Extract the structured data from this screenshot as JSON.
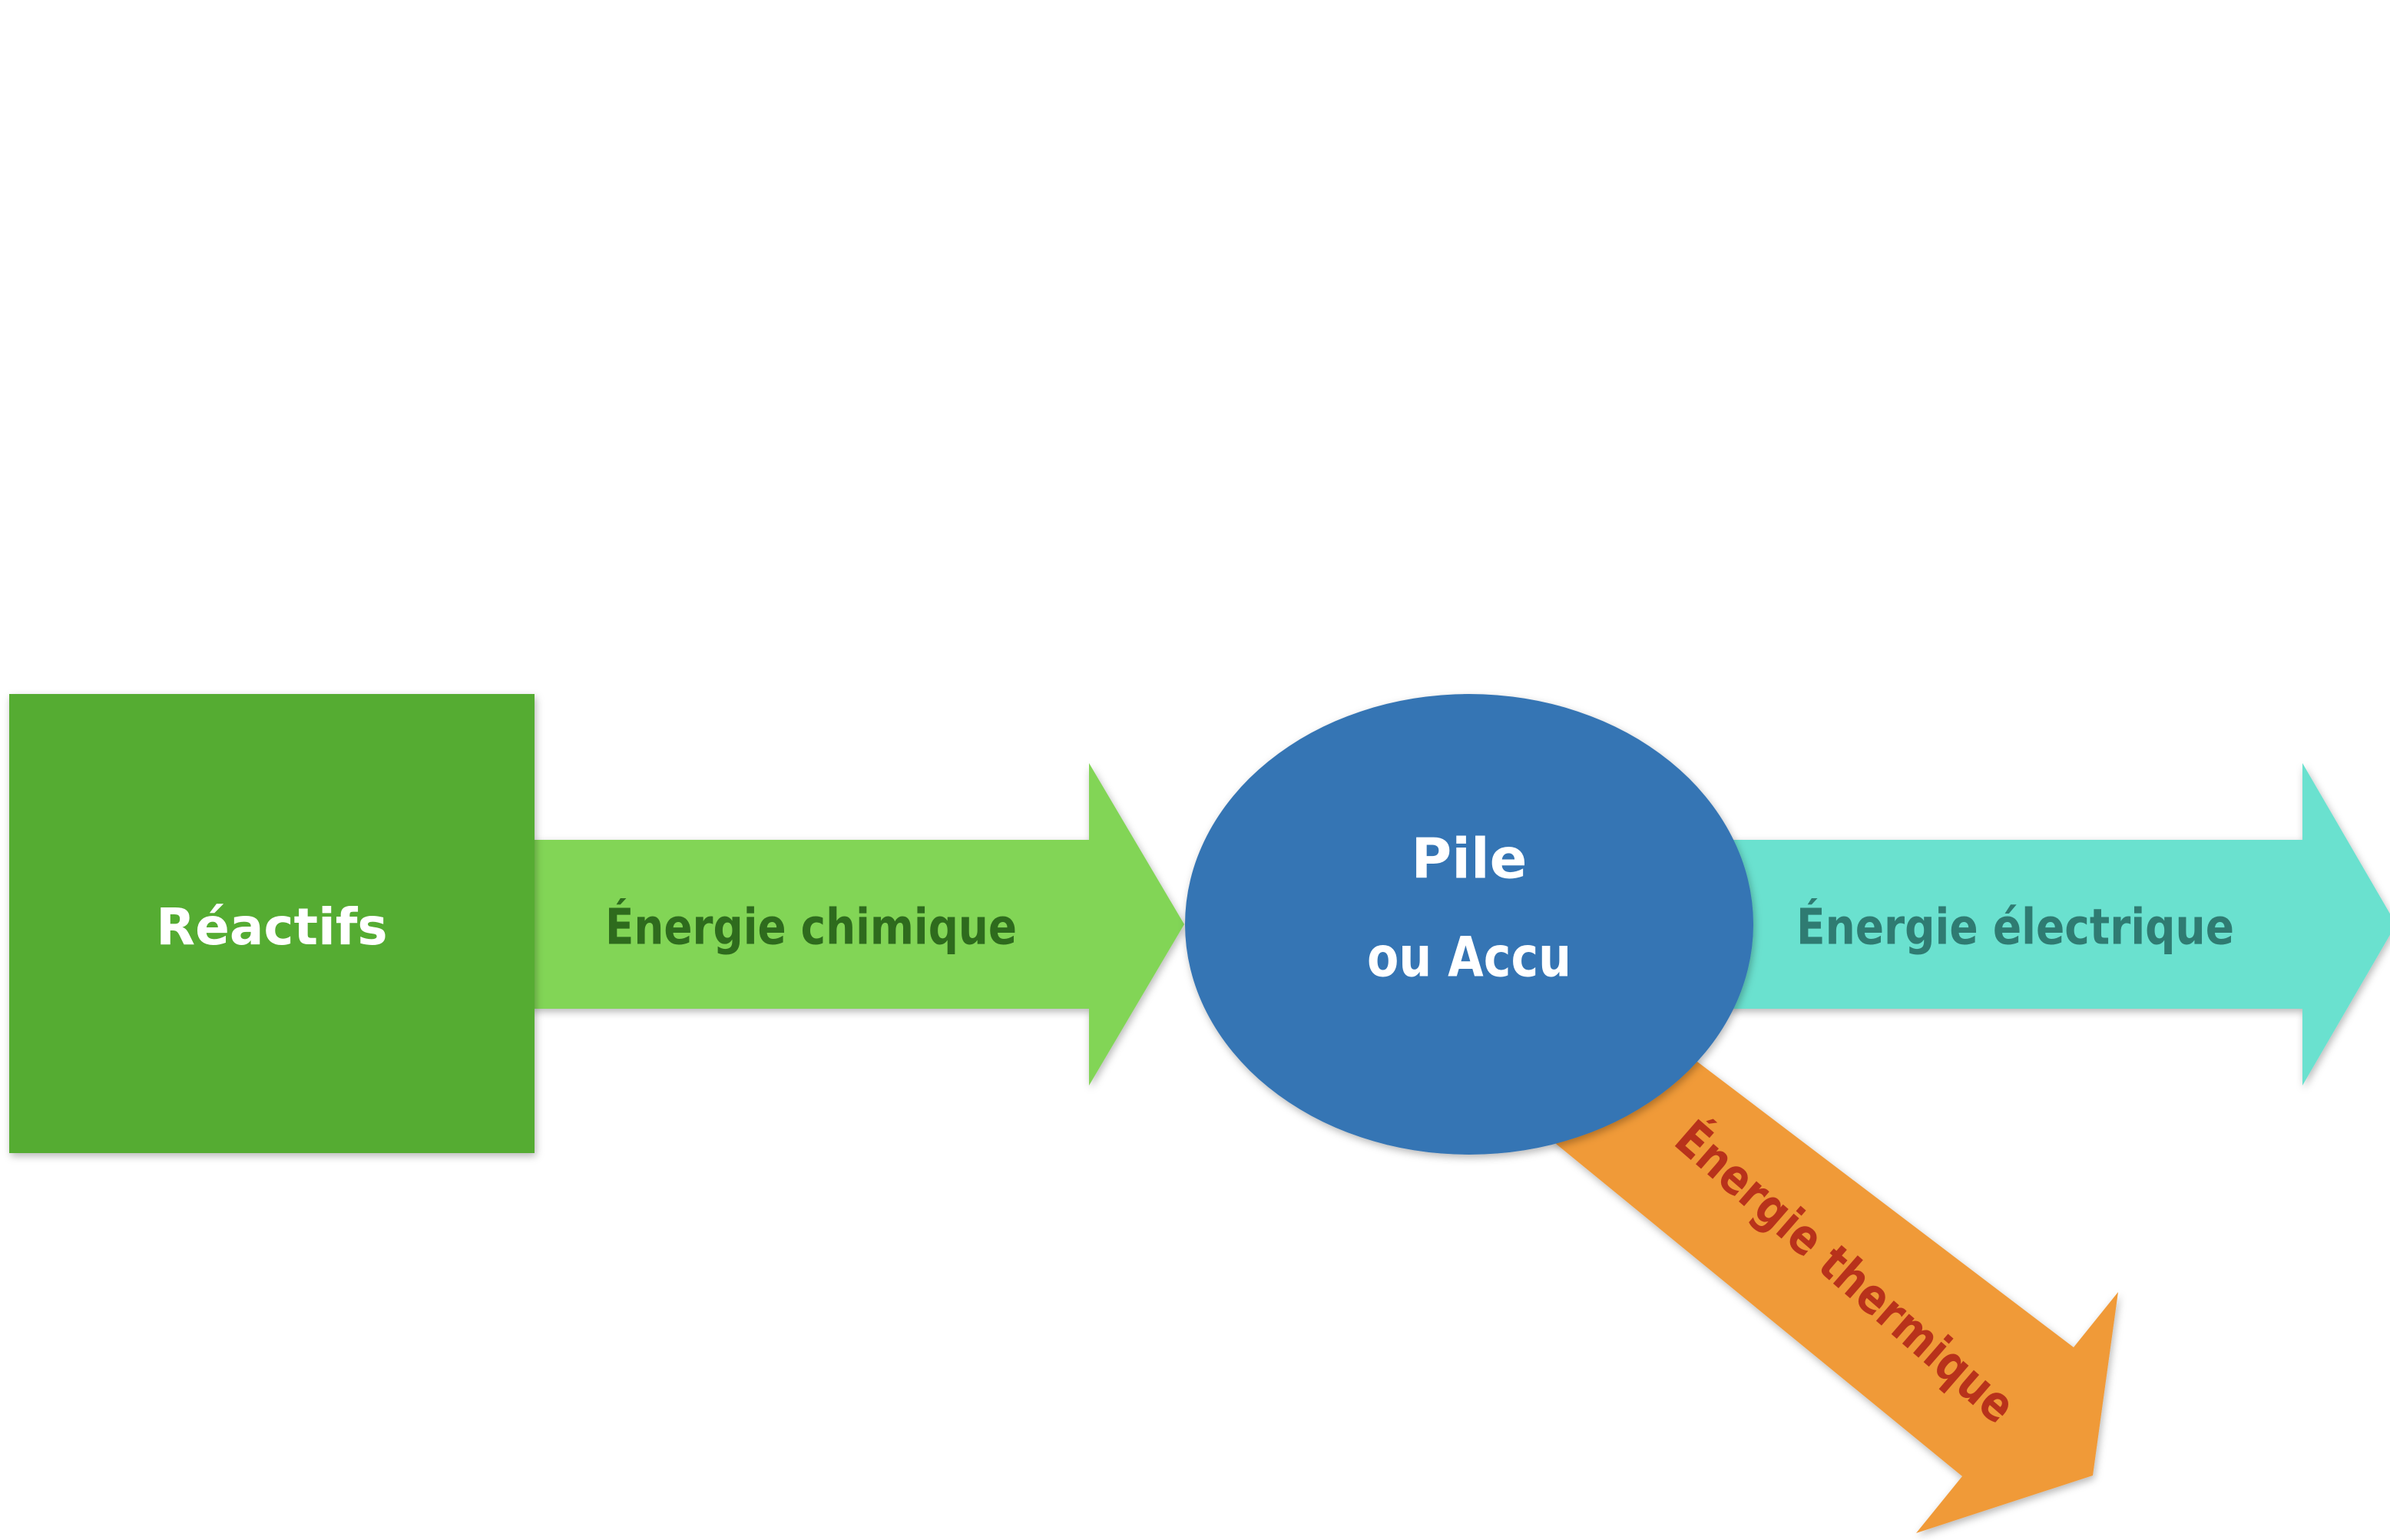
{
  "diagram": {
    "reactifs": {
      "label": "Réactifs"
    },
    "chemical_arrow": {
      "label": "Énergie chimique"
    },
    "battery": {
      "line1": "Pile",
      "line2": "ou Accu"
    },
    "electric_arrow": {
      "label": "Énergie électrique"
    },
    "thermal_arrow": {
      "label": "Énergie thermique"
    }
  },
  "colors": {
    "reactifs_fill": "#55AC33",
    "reactifs_text": "#FFFFFF",
    "chemical_fill": "#82D556",
    "chemical_text": "#2E6B1D",
    "battery_fill": "#3474B4",
    "battery_text": "#FFFFFF",
    "electric_fill": "#6BE1CF",
    "electric_text": "#2F7B72",
    "thermal_fill": "#F09A38",
    "thermal_text": "#B8321B"
  }
}
